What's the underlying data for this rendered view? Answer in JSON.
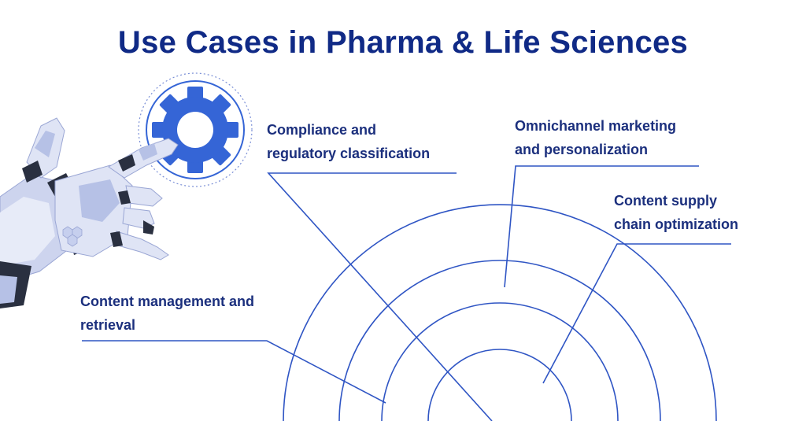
{
  "title": "Use Cases in Pharma & Life Sciences",
  "labels": {
    "compliance": {
      "line1": "Compliance and",
      "line2": "regulatory classification"
    },
    "omnichannel": {
      "line1": "Omnichannel marketing",
      "line2": "and personalization"
    },
    "supply_chain": {
      "line1": "Content supply",
      "line2": "chain optimization"
    },
    "content_mgmt": {
      "line1": "Content management and",
      "line2": "retrieval"
    }
  },
  "colors": {
    "title": "#102a86",
    "label": "#1b2f7d",
    "lines": "#2f55c4",
    "gear": "#3565d6",
    "robot_light": "#dfe4f5",
    "robot_mid": "#b6c1e6",
    "robot_dark": "#2a3040"
  },
  "icons": {
    "gear": "gear-icon",
    "robot_hand": "robot-hand-illustration"
  }
}
